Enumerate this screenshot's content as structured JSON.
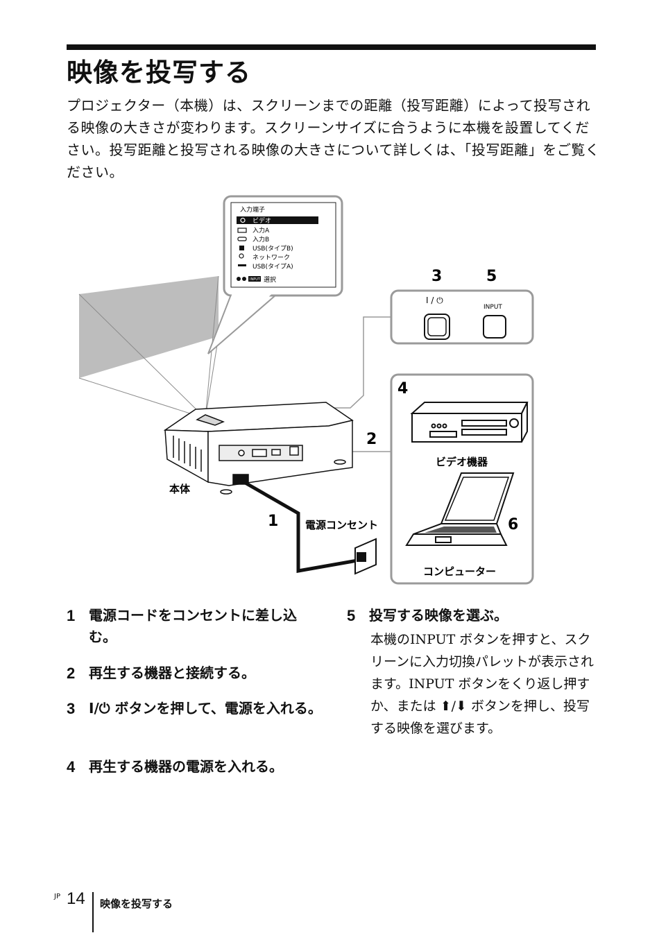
{
  "title": "映像を投写する",
  "intro": "プロジェクター（本機）は、スクリーンまでの距離（投写距離）によって投写される映像の大きさが変わります。スクリーンサイズに合うように本機を設置してください。投写距離と投写される映像の大きさについて詳しくは、「投写距離」をご覧ください。",
  "diagram": {
    "menu": {
      "title": "入力端子",
      "items": [
        "ビデオ",
        "入力A",
        "入力B",
        "USB(タイプB)",
        "ネットワーク",
        "USB(タイプA)"
      ],
      "selected_index": 0,
      "hint_key": "INPUT",
      "hint_label": "選択"
    },
    "panel": {
      "label_3": "3",
      "label_5": "5",
      "power_label": "I / ⏻",
      "input_label": "INPUT"
    },
    "devices": {
      "label_4": "4",
      "label_6": "6",
      "video": "ビデオ機器",
      "computer": "コンピューター"
    },
    "callout_1": "1",
    "callout_2": "2",
    "body_label": "本体",
    "outlet_label": "電源コンセント"
  },
  "steps": [
    {
      "num": "1",
      "text": "電源コードをコンセントに差し込む。"
    },
    {
      "num": "2",
      "text": "再生する機器と接続する。"
    },
    {
      "num": "3",
      "text": "I/⏻ ボタンを押して、電源を入れる。"
    },
    {
      "num": "4",
      "text": "再生する機器の電源を入れる。"
    },
    {
      "num": "5",
      "text": "投写する映像を選ぶ。"
    }
  ],
  "step5_body": "本機のINPUT ボタンを押すと、スクリーンに入力切換パレットが表示されます。INPUT ボタンをくり返し押すか、または ⬆/⬇ ボタンを押し、投写する映像を選びます。",
  "footer": {
    "code": "JP",
    "page": "14",
    "title": "映像を投写する"
  }
}
